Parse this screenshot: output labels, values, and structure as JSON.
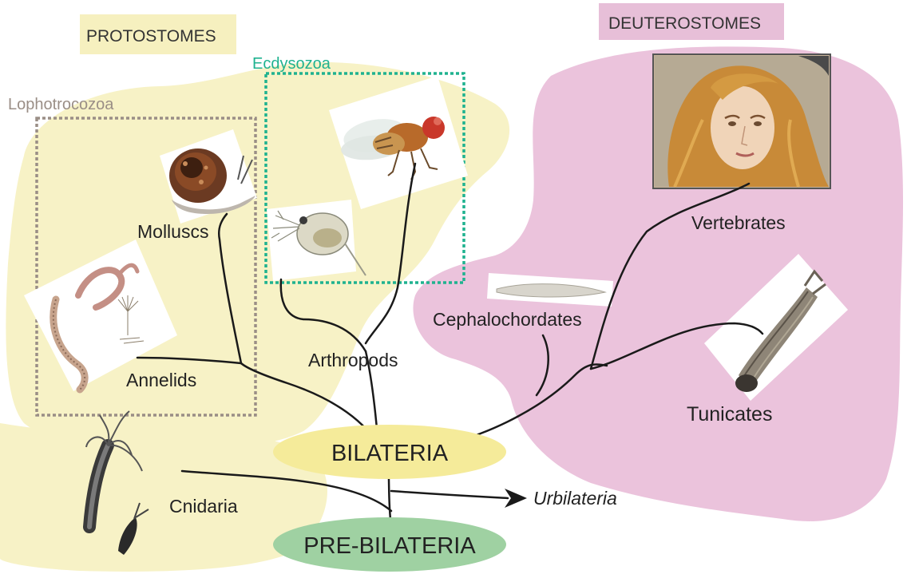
{
  "groups": {
    "protostomes": "PROTOSTOMES",
    "deuterostomes": "DEUTEROSTOMES",
    "lophotrocozoa": "Lophotrocozoa",
    "ecdysozoa": "Ecdysozoa"
  },
  "taxa": {
    "molluscs": "Molluscs",
    "annelids": "Annelids",
    "arthropods": "Arthropods",
    "cephalochordates": "Cephalochordates",
    "vertebrates": "Vertebrates",
    "tunicates": "Tunicates",
    "cnidaria": "Cnidaria",
    "urbilateria": "Urbilateria"
  },
  "nodes": {
    "bilateria": "BILATERIA",
    "pre_bilateria": "PRE-BILATERIA"
  },
  "colors": {
    "protostome_region": "#f7f2c6",
    "protostome_title_bg": "#f6f0bf",
    "deuterostome_region": "#ebc3dc",
    "deuterostome_title_bg": "#e7bfd8",
    "ecdysozoa_box": "#1fb28f",
    "lophotrocozoa_box": "#9a8e86",
    "bilateria_ellipse": "#f5eb9a",
    "pre_bilateria_ellipse": "#9fd1a2",
    "branch": "#1a1a1a"
  }
}
